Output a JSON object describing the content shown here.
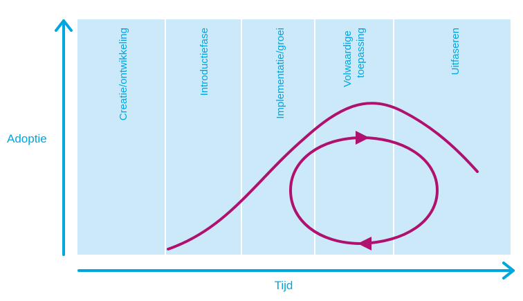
{
  "phases": [
    {
      "label": "Creatie/ontwikkeling"
    },
    {
      "label_lines": [
        "Introductiefase"
      ]
    },
    {
      "label_lines": [
        "Implementatie/groei"
      ]
    },
    {
      "label_lines": [
        "Volwaardige",
        "toepassing"
      ]
    },
    {
      "label_lines": [
        "Uitfaseren"
      ]
    }
  ],
  "axes": {
    "y_label": "Adoptie",
    "x_label": "Tijd"
  },
  "colors": {
    "axis": "#00a6e0",
    "phase_background": "#cbe9f8",
    "curve": "#b0106e"
  }
}
